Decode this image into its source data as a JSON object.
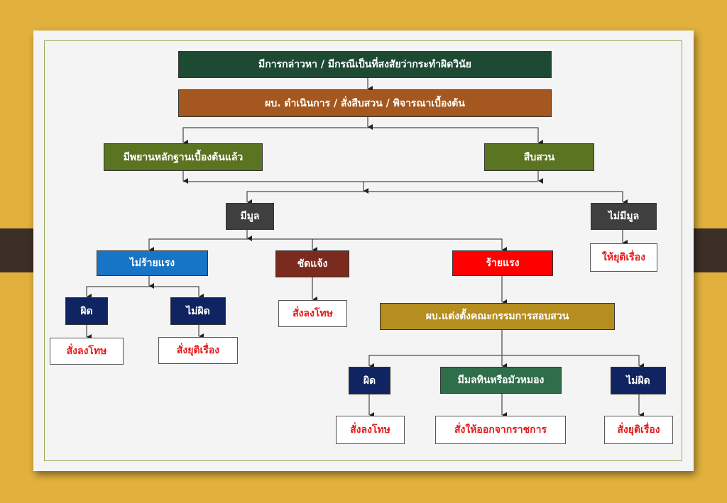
{
  "nodes": {
    "top": "มีการกล่าวหา / มีกรณีเป็นที่สงสัยว่ากระทำผิดวินัย",
    "step2": "ผบ. ดำเนินการ / สั่งสืบสวน / พิจารณาเบื้องต้น",
    "evidence": "มีพยานหลักฐานเบื้องต้นแล้ว",
    "investigate": "สืบสวน",
    "has_merit": "มีมูล",
    "no_merit": "ไม่มีมูล",
    "stop_case_1": "ให้ยุติเรื่อง",
    "not_severe": "ไม่ร้ายแรง",
    "clear": "ชัดแจ้ง",
    "severe": "ร้ายแรง",
    "guilty_1": "ผิด",
    "not_guilty_1": "ไม่ผิด",
    "punish_1": "สั่งลงโทษ",
    "stop_case_2": "สั่งยุติเรื่อง",
    "punish_2": "สั่งลงโทษ",
    "committee": "ผบ.แต่งตั้งคณะกรรมการสอบสวน",
    "guilty_2": "ผิด",
    "tainted": "มีมลทินหรือมัวหมอง",
    "not_guilty_2": "ไม่ผิด",
    "punish_3": "สั่งลงโทษ",
    "dismiss": "สั่งให้ออกจากราชการ",
    "stop_case_3": "สั่งยุติเรื่อง"
  },
  "colors": {
    "background": "#E2B13D",
    "paper": "#F4F4F4",
    "frame": "#9BAA57",
    "outcome_text": "#E41B1B"
  }
}
